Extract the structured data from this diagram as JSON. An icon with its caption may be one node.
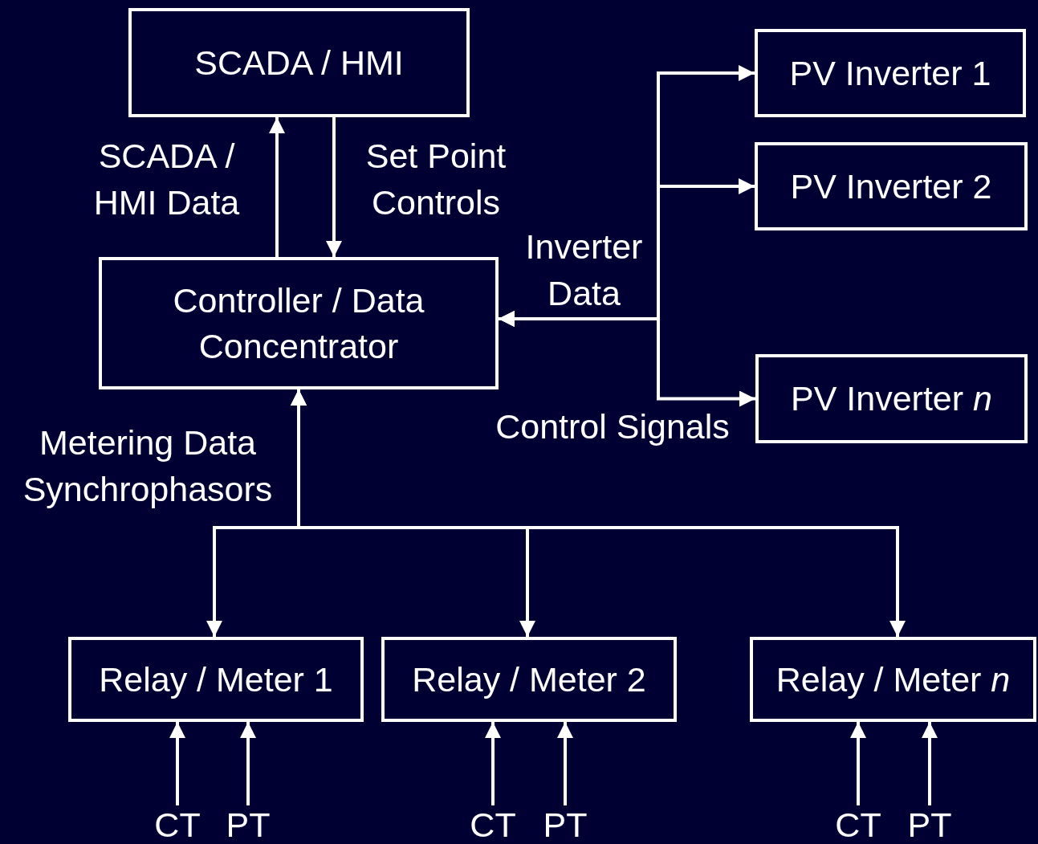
{
  "diagram": {
    "nodes": [
      {
        "text": [
          "SCADA / HMI"
        ]
      },
      {
        "text": [
          "Controller / Data Concentrator"
        ]
      },
      {
        "text": [
          "PV Inverter 1"
        ]
      },
      {
        "text": [
          "PV Inverter 2"
        ]
      },
      {
        "text": [
          "PV Inverter *n*"
        ]
      },
      {
        "text": [
          "Relay / Meter 1"
        ]
      },
      {
        "text": [
          "Relay / Meter 2"
        ]
      },
      {
        "text": [
          "Relay / Meter *n*"
        ]
      },
      {
        "text": [
          "CT"
        ]
      },
      {
        "text": [
          "PT"
        ]
      },
      {
        "text": [
          "CT"
        ]
      },
      {
        "text": [
          "PT"
        ]
      },
      {
        "text": [
          "CT"
        ]
      },
      {
        "text": [
          "PT"
        ]
      }
    ],
    "edges": [
      {
        "from": 1,
        "to": 0,
        "arrow": "to",
        "label": "SCADA / HMI Data"
      },
      {
        "from": 0,
        "to": 1,
        "arrow": "to",
        "label": "Set Point Controls"
      },
      {
        "from": 1,
        "to": 2,
        "arrow": "both"
      },
      {
        "from": 1,
        "to": 3,
        "arrow": "both"
      },
      {
        "from": 1,
        "to": 4,
        "arrow": "both"
      },
      {
        "from": 1,
        "to": 5,
        "arrow": "both"
      },
      {
        "from": 1,
        "to": 6,
        "arrow": "both"
      },
      {
        "from": 1,
        "to": 7,
        "arrow": "both"
      },
      {
        "from": 8,
        "to": 5,
        "arrow": "to"
      },
      {
        "from": 9,
        "to": 5,
        "arrow": "to"
      },
      {
        "from": 10,
        "to": 6,
        "arrow": "to"
      },
      {
        "from": 11,
        "to": 6,
        "arrow": "to"
      },
      {
        "from": 12,
        "to": 7,
        "arrow": "to"
      },
      {
        "from": 13,
        "to": 7,
        "arrow": "to"
      }
    ],
    "labels": [
      "Inverter Data",
      "Control Signals",
      "Metering Data",
      "Synchrophasors"
    ]
  }
}
